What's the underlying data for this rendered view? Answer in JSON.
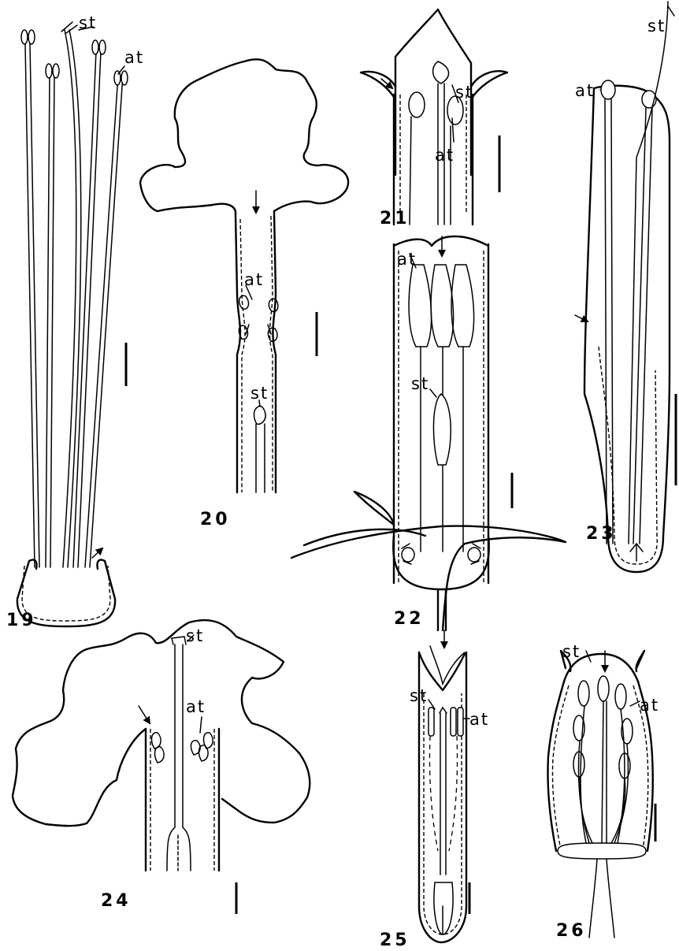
{
  "figures": [
    {
      "number": "19"
    },
    {
      "number": "20"
    },
    {
      "number": "21"
    },
    {
      "number": "22"
    },
    {
      "number": "23"
    },
    {
      "number": "24"
    },
    {
      "number": "25"
    },
    {
      "number": "26"
    }
  ],
  "labels": {
    "stigma": "st",
    "anther": "at"
  }
}
